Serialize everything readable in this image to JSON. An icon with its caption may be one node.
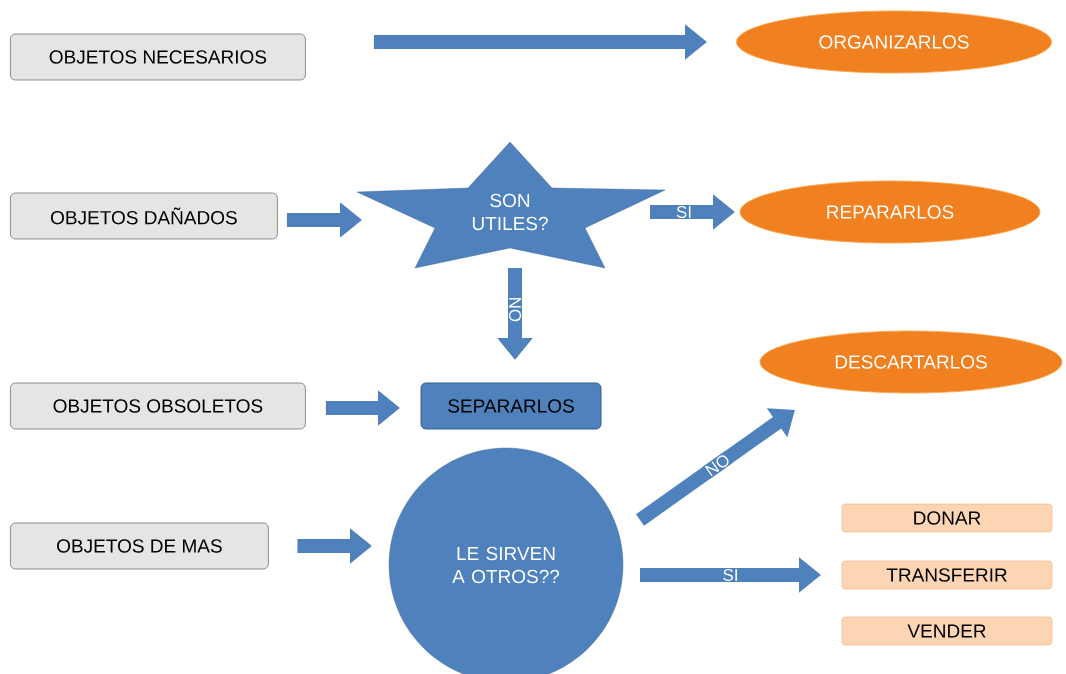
{
  "diagram": {
    "nodes": [
      {
        "text": [
          "OBJETOS NECESARIOS"
        ]
      },
      {
        "text": [
          "ORGANIZARLOS"
        ]
      },
      {
        "text": [
          "OBJETOS DAÑADOS"
        ]
      },
      {
        "text": [
          "SON UTILES?"
        ]
      },
      {
        "text": [
          "REPARARLOS"
        ]
      },
      {
        "text": [
          "OBJETOS OBSOLETOS"
        ]
      },
      {
        "text": [
          "SEPARARLOS"
        ]
      },
      {
        "text": [
          "DESCARTARLOS"
        ]
      },
      {
        "text": [
          "OBJETOS  DE MAS"
        ]
      },
      {
        "text": [
          "LE SIRVEN A OTROS??"
        ]
      },
      {
        "text": [
          "DONAR"
        ]
      },
      {
        "text": [
          "TRANSFERIR"
        ]
      },
      {
        "text": [
          "VENDER"
        ]
      }
    ],
    "edges": [
      {
        "from": 0,
        "to": 1,
        "arrow": "to"
      },
      {
        "from": 2,
        "to": 3,
        "arrow": "to"
      },
      {
        "from": 3,
        "to": 4,
        "arrow": "to",
        "label": "SI"
      },
      {
        "from": 3,
        "to": 6,
        "arrow": "to",
        "label": "NO"
      },
      {
        "from": 5,
        "to": 6,
        "arrow": "to"
      },
      {
        "from": 8,
        "to": 9,
        "arrow": "to"
      },
      {
        "from": 9,
        "to": 7,
        "arrow": "to",
        "label": "NO"
      },
      {
        "from": 9,
        "to": 11,
        "arrow": "to",
        "label": "SI"
      }
    ]
  }
}
